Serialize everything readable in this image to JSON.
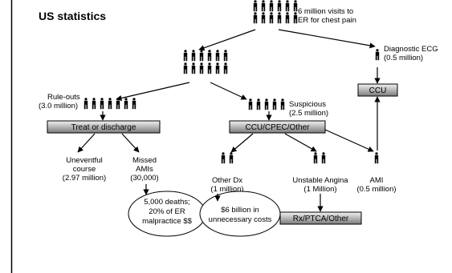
{
  "title": "US statistics",
  "top": {
    "line1": "6 million visits to",
    "line2": "ER for chest pain"
  },
  "ecg": {
    "line1": "Diagnostic ECG",
    "line2": "(0.5 million)"
  },
  "ruleouts": {
    "line1": "Rule-outs",
    "line2": "(3.0 million)"
  },
  "suspicious": {
    "line1": "Suspicious",
    "line2": "(2.5 million)"
  },
  "boxes": {
    "treat": "Treat or discharge",
    "ccu_cpec": "CCU/CPEC/Other",
    "ccu": "CCU",
    "rx": "Rx/PTCA/Other"
  },
  "uneventful": {
    "line1": "Uneventful",
    "line2": "course",
    "line3": "(2.97 million)"
  },
  "missed": {
    "line1": "Missed",
    "line2": "AMIs",
    "line3": "(30,000)"
  },
  "otherdx": {
    "line1": "Other Dx",
    "line2": "(1 million)"
  },
  "unstable": {
    "line1": "Unstable Angina",
    "line2": "(1 Million)"
  },
  "ami": {
    "line1": "AMI",
    "line2": "(0.5 million)"
  },
  "oval_deaths": {
    "line1": "5,000 deaths;",
    "line2": "20% of ER",
    "line3": "malpractice $$"
  },
  "oval_costs": {
    "line1": "$6 billion in",
    "line2": "unnecessary costs"
  }
}
